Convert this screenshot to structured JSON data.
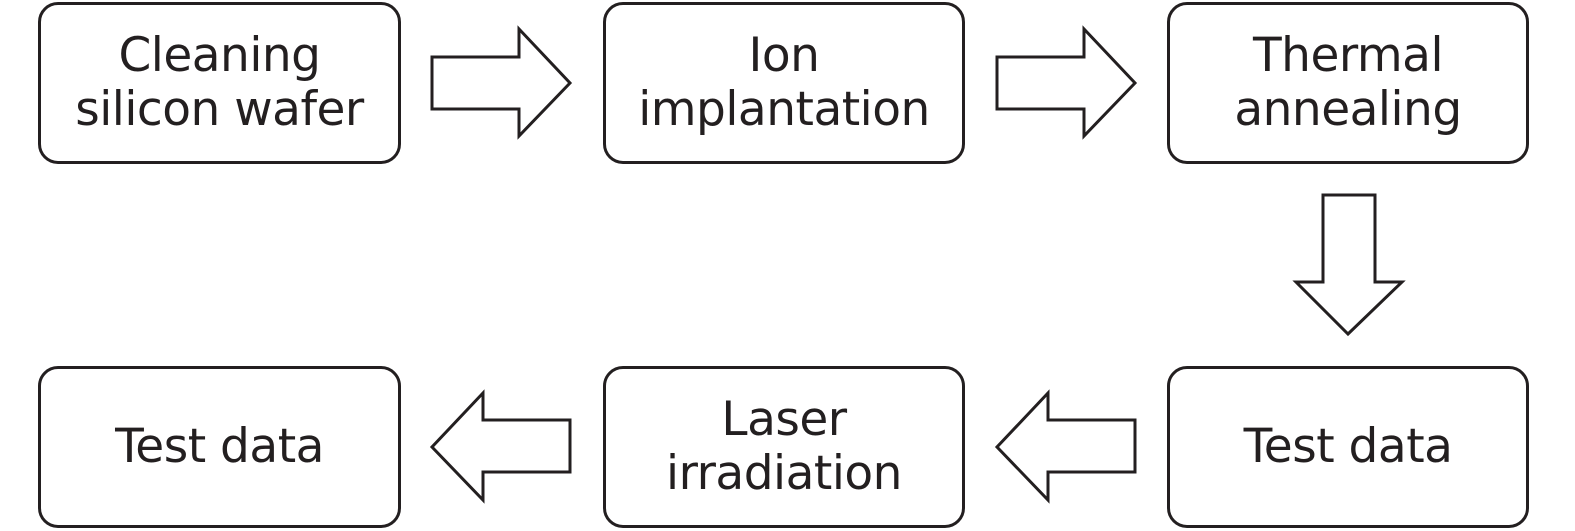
{
  "diagram": {
    "type": "process-flow",
    "steps": [
      {
        "id": "step1",
        "label": "Cleaning\nsilicon wafer"
      },
      {
        "id": "step2",
        "label": "Ion\nimplantation"
      },
      {
        "id": "step3",
        "label": "Thermal\nannealing"
      },
      {
        "id": "step4",
        "label": "Test data"
      },
      {
        "id": "step5",
        "label": "Laser\nirradiation"
      },
      {
        "id": "step6",
        "label": "Test data"
      }
    ],
    "flow": [
      {
        "from": "step1",
        "to": "step2",
        "direction": "right"
      },
      {
        "from": "step2",
        "to": "step3",
        "direction": "right"
      },
      {
        "from": "step3",
        "to": "step4",
        "direction": "down"
      },
      {
        "from": "step4",
        "to": "step5",
        "direction": "left"
      },
      {
        "from": "step5",
        "to": "step6",
        "direction": "left"
      }
    ],
    "colors": {
      "stroke": "#231f20",
      "fill": "#ffffff",
      "text": "#231f20"
    }
  }
}
